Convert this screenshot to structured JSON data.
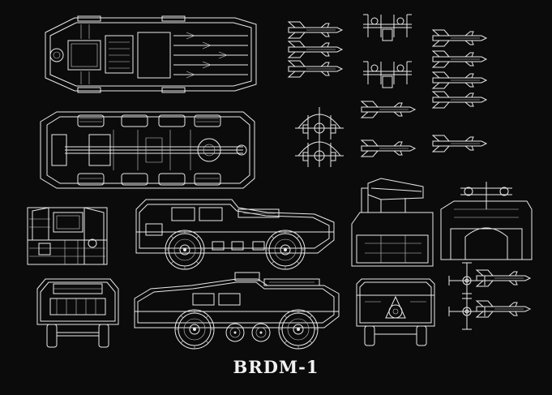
{
  "title": "BRDM-1",
  "colors": {
    "background": "#0b0b0b",
    "line": "#e9e9e9"
  },
  "views": [
    "top-view",
    "bottom-view",
    "side-view",
    "side-view-alt",
    "front-view",
    "rear-view",
    "front-closeup",
    "missile-launcher",
    "missile-detail"
  ]
}
